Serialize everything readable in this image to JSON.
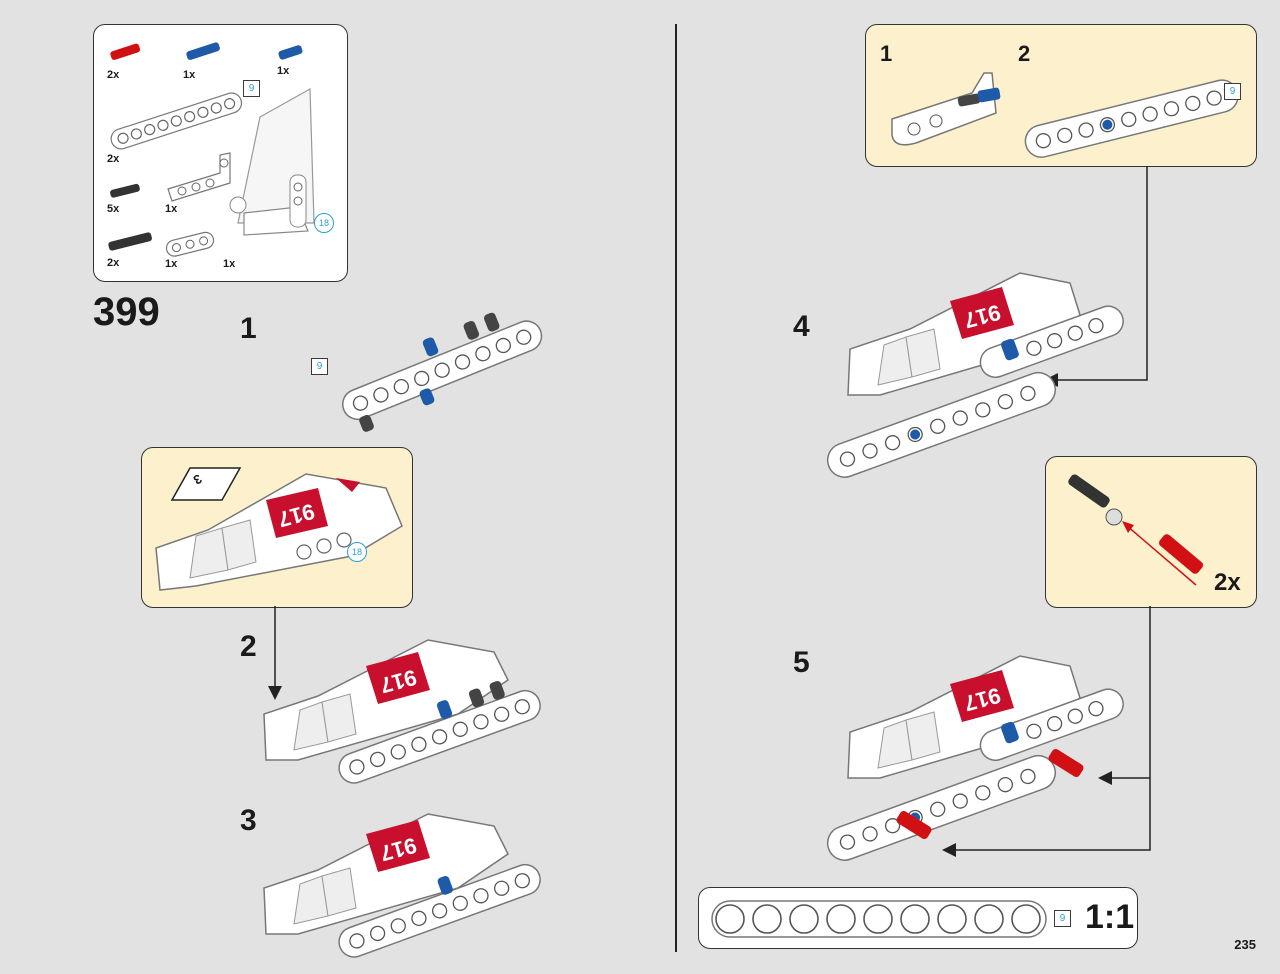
{
  "page_number": "235",
  "main_step": "399",
  "parts_list": {
    "quantities": [
      "2x",
      "1x",
      "1x",
      "2x",
      "5x",
      "1x",
      "2x",
      "1x",
      "1x"
    ],
    "beam_length": "9",
    "panel_length": "18"
  },
  "left_column": {
    "step1": {
      "number": "1",
      "beam_length": "9"
    },
    "callout": {
      "sticker_number": "3",
      "panel_length": "18"
    },
    "step2": {
      "number": "2"
    },
    "step3": {
      "number": "3"
    }
  },
  "right_column": {
    "callout_top": {
      "sub1": "1",
      "sub2": "2",
      "beam_length": "9"
    },
    "step4": {
      "number": "4"
    },
    "callout_pins": {
      "multiplier": "2x"
    },
    "step5": {
      "number": "5"
    }
  },
  "ruler": {
    "length": "9",
    "scale": "1:1"
  },
  "colors": {
    "callout_bg": "#fcf1cc",
    "red": "#d01012",
    "blue": "#1e5aa8",
    "sticker_red": "#c8102e",
    "length_blue": "#2aa0d8"
  }
}
